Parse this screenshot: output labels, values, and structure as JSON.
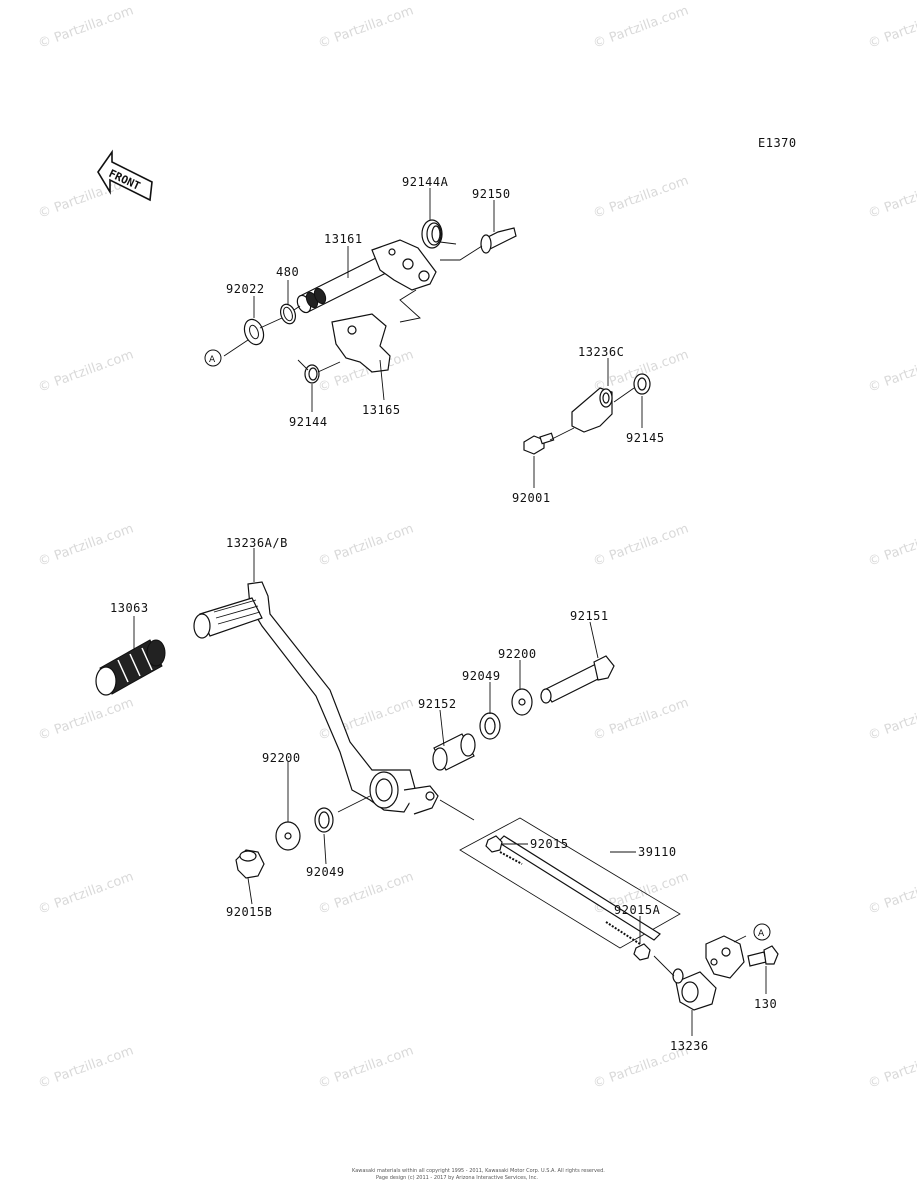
{
  "diagram_code": "E1370",
  "front_label": "FRONT",
  "watermark": "© Partzilla.com",
  "ref_marker": "A",
  "parts": {
    "p92144A": "92144A",
    "p92150": "92150",
    "p13161": "13161",
    "p480": "480",
    "p92022": "92022",
    "p92144": "92144",
    "p13165": "13165",
    "p13236C": "13236C",
    "p92145": "92145",
    "p92001": "92001",
    "p13236AB": "13236A/B",
    "p13063": "13063",
    "p92151": "92151",
    "p92200a": "92200",
    "p92049a": "92049",
    "p92152": "92152",
    "p92200b": "92200",
    "p92049b": "92049",
    "p92015": "92015",
    "p39110": "39110",
    "p92015B": "92015B",
    "p92015A": "92015A",
    "p13236": "13236",
    "p130": "130"
  },
  "copyright_line1": "Kawasaki materials within all copyright 1995 - 2011, Kawasaki Motor Corp. U.S.A. All rights reserved.",
  "copyright_line2": "Page design (c) 2011 - 2017 by Arizona Interactive Services, Inc."
}
